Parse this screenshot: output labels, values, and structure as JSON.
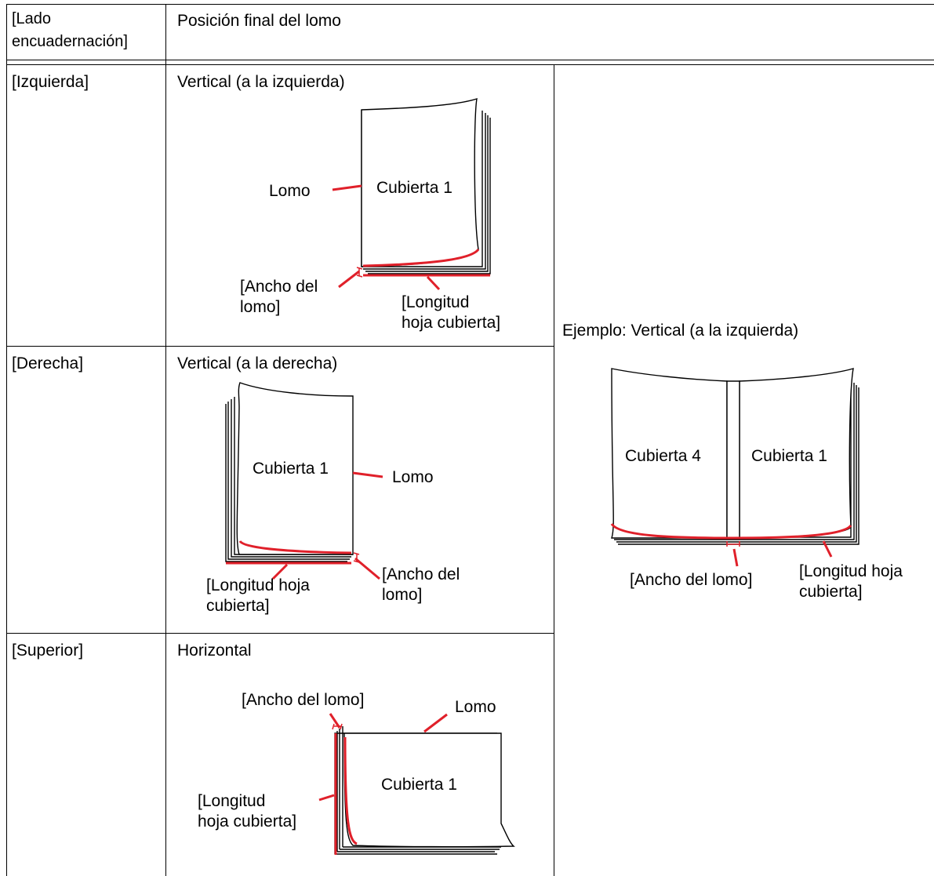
{
  "table": {
    "header": {
      "col1_line1": "[Lado",
      "col1_line2": "encuadernación]",
      "col2": "Posición final del lomo"
    },
    "rows": [
      {
        "side": "[Izquierda]",
        "position": "Vertical (a la izquierda)"
      },
      {
        "side": "[Derecha]",
        "position": "Vertical (a la derecha)"
      },
      {
        "side": "[Superior]",
        "position": "Horizontal"
      }
    ],
    "example_title": "Ejemplo: Vertical (a la izquierda)"
  },
  "illustrations": {
    "left": {
      "cover": "Cubierta 1",
      "spine": "Lomo",
      "spine_width_1": "[Ancho del",
      "spine_width_2": "lomo]",
      "cover_length_1": "[Longitud",
      "cover_length_2": "hoja cubierta]"
    },
    "right": {
      "cover": "Cubierta 1",
      "spine": "Lomo",
      "spine_width_1": "[Ancho del",
      "spine_width_2": "lomo]",
      "cover_length_1": "[Longitud hoja",
      "cover_length_2": "cubierta]"
    },
    "top": {
      "cover": "Cubierta 1",
      "spine": "Lomo",
      "spine_width": "[Ancho del lomo]",
      "cover_length_1": "[Longitud",
      "cover_length_2": "hoja cubierta]"
    },
    "example": {
      "cover_back": "Cubierta 4",
      "cover_front": "Cubierta 1",
      "spine_width": "[Ancho del lomo]",
      "cover_length_1": "[Longitud hoja",
      "cover_length_2": "cubierta]"
    }
  },
  "colors": {
    "accent": "#e0202a",
    "line": "#000000"
  }
}
